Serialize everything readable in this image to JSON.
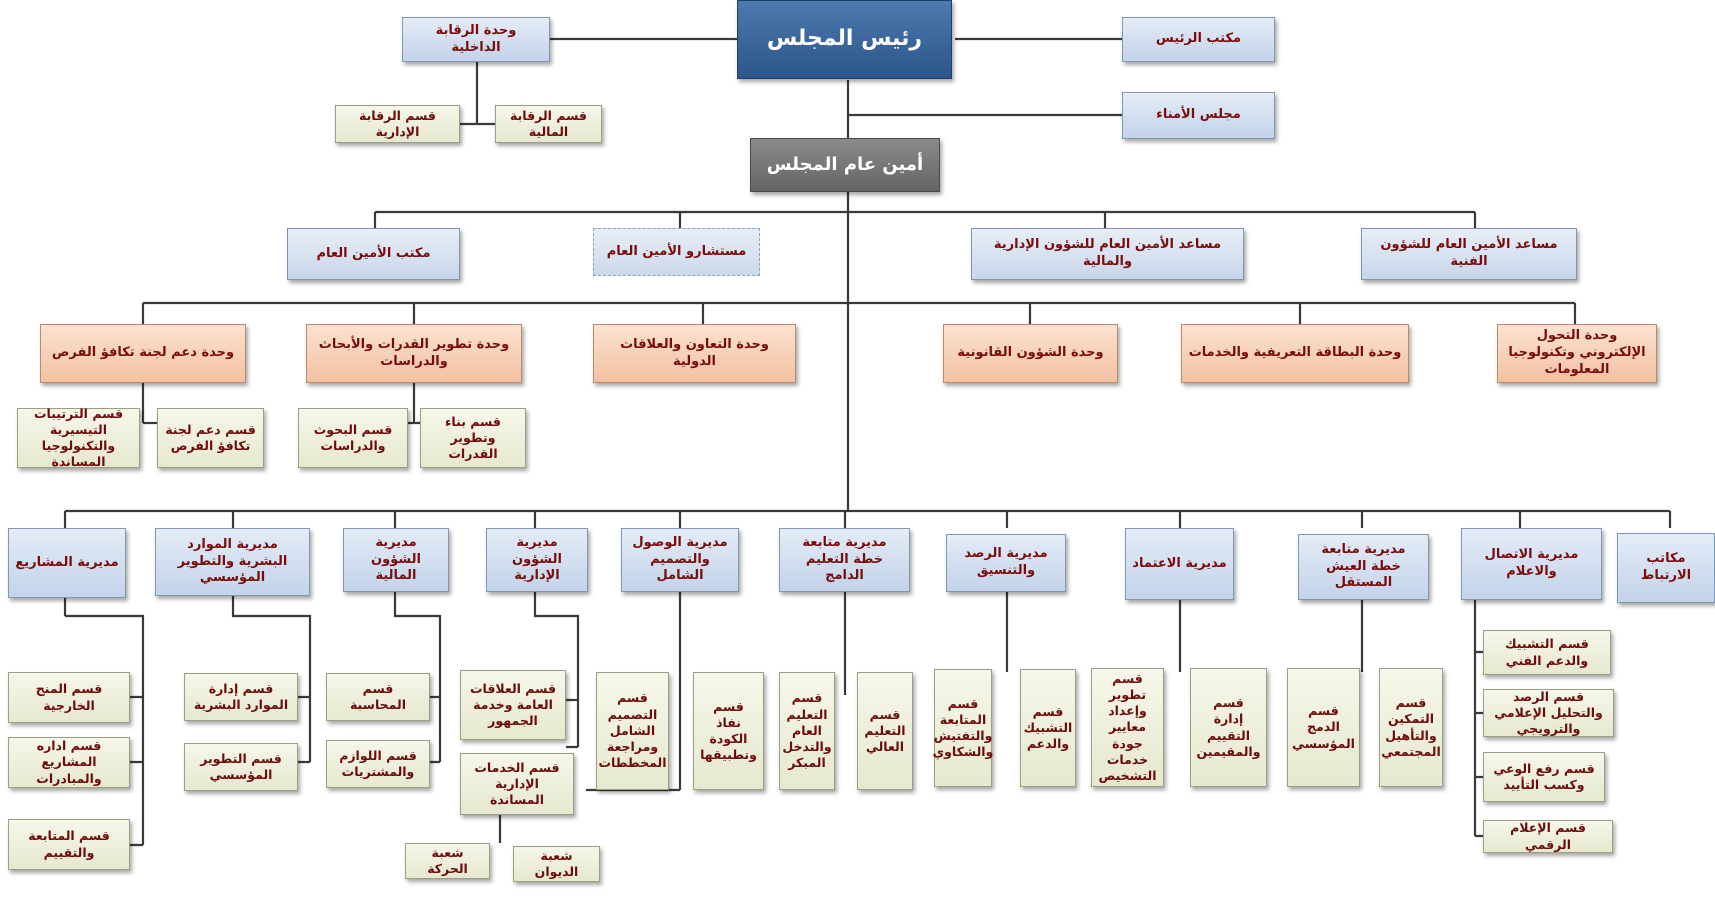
{
  "chart": {
    "chairman": "رئيس المجلس",
    "chairman_office": "مكتب الرئيس",
    "internal_audit": "وحدة الرقابة الداخلية",
    "financial_audit": "قسم الرقابة المالية",
    "admin_audit": "قسم الرقابة الإدارية",
    "board_of_trustees": "مجلس الأمناء",
    "secretary_general": "أمين عام المجلس",
    "sg_office": "مكتب الأمين العام",
    "sg_advisors": "مستشارو الأمين العام",
    "asg_admin": "مساعد الأمين العام  للشؤون الإدارية والمالية",
    "asg_tech": "مساعد الأمين العام   للشؤون الفنية",
    "units": {
      "equal_opportunity": "وحدة دعم لجنة تكافؤ الفرص",
      "capacity_research": "وحدة تطوير القدرات والأبحاث والدراسات",
      "cooperation": "وحدة التعاون والعلاقات الدولية",
      "legal": "وحدة الشؤون القانونية",
      "id_card": "وحدة البطاقة التعريفية والخدمات",
      "digital": "وحدة التحول الإلكتروني وتكنولوجيا المعلومات"
    },
    "unit_sections": {
      "arrangements": "قسم الترتيبات التيسيرية والتكنولوجيا المساندة",
      "eo_support": "قسم دعم لجنة تكافؤ الفرص",
      "research": "قسم البحوث والدراسات",
      "capacity": "قسم بناء وتطوير القدرات"
    },
    "directorates": {
      "projects": "مديرية المشاريع",
      "hr": "مديرية الموارد البشرية والتطوير المؤسسي",
      "finance": "مديرية الشؤون المالية",
      "admin": "مديرية الشؤون الإدارية",
      "access": "مديرية الوصول والتصميم الشامل",
      "inclusive_edu": "مديرية متابعة خطة التعليم الدامج",
      "monitoring": "مديرية الرصد والتنسيق",
      "accreditation": "مديرية الاعتماد",
      "independent_living": "مديرية متابعة خطة العيش المستقل",
      "communication": "مديرية الاتصال والاعلام",
      "liaison": "مكاتب الارتباط"
    },
    "sections": {
      "foreign_grants": "قسم المنح الخارجية",
      "project_mgmt": "قسم اداره المشاريع والمبادرات",
      "follow_eval": "قسم المتابعة والتقييم",
      "hr_mgmt": "قسم إدارة الموارد البشرية",
      "inst_dev": "قسم التطوير المؤسسي",
      "accounting": "قسم المحاسبة",
      "supplies": "قسم اللوازم والمشتريات",
      "public_rel": "قسم العلاقات العامة وخدمة الجمهور",
      "support_services": "قسم الخدمات الإدارية المساندة",
      "movement": "شعبة الحركة",
      "registry": "شعبة الديوان",
      "universal_design": "قسم التصميم الشامل ومراجعة المخططات",
      "code_enforcement": "قسم نفاذ الكودة وتطبيقها",
      "general_edu": "قسم التعليم العام والتدخل المبكر",
      "higher_edu": "قسم التعليم العالي",
      "inspection": "قسم المتابعة والتفتيش والشكاوي",
      "networking": "قسم التشبيك والدعم",
      "standards": "قسم تطوير وإعداد معايير جودة خدمات التشخيص",
      "evaluators": "قسم إدارة التقييم والمقيمين",
      "inst_integration": "قسم الدمج المؤسسي",
      "community_rehab": "قسم التمكين والتأهيل المجتمعي",
      "tech_networking": "قسم التشبيك والدعم الفني",
      "media_analysis": "قسم الرصد والتحليل الإعلامي والترويجي",
      "awareness": "قسم رفع الوعي وكسب التأييد",
      "digital_media": "قسم الإعلام الرقمي"
    }
  }
}
